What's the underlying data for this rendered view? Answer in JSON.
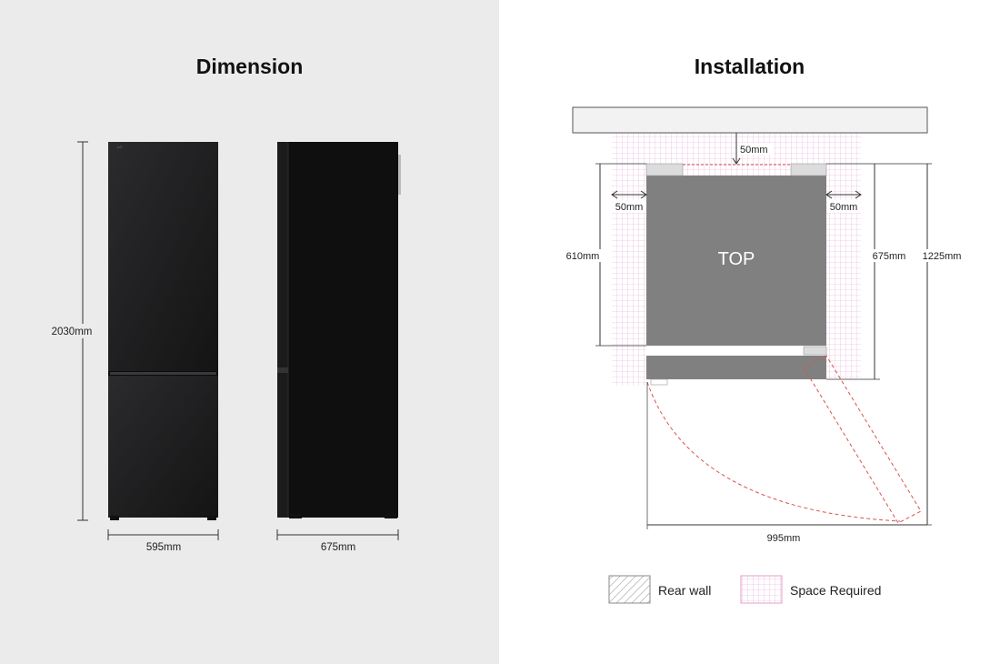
{
  "dimension": {
    "title": "Dimension",
    "height_label": "2030mm",
    "width_label": "595mm",
    "depth_label": "675mm",
    "brand_logo": "LG"
  },
  "installation": {
    "title": "Installation",
    "top_gap_label": "50mm",
    "left_gap_label": "50mm",
    "right_gap_label": "50mm",
    "top_label": "TOP",
    "depth_label": "610mm",
    "depth_total_label": "675mm",
    "depth_door_open_label": "1225mm",
    "width_door_open_label": "995mm"
  },
  "legend": {
    "rear_wall_label": "Rear wall",
    "space_required_label": "Space Required"
  },
  "colors": {
    "left_bg": "#ebebeb",
    "fridge_body": "#1c1c1d",
    "fridge_top": "#808080",
    "grid_pink": "#e8a6d6",
    "door_dash": "#d9534f"
  }
}
